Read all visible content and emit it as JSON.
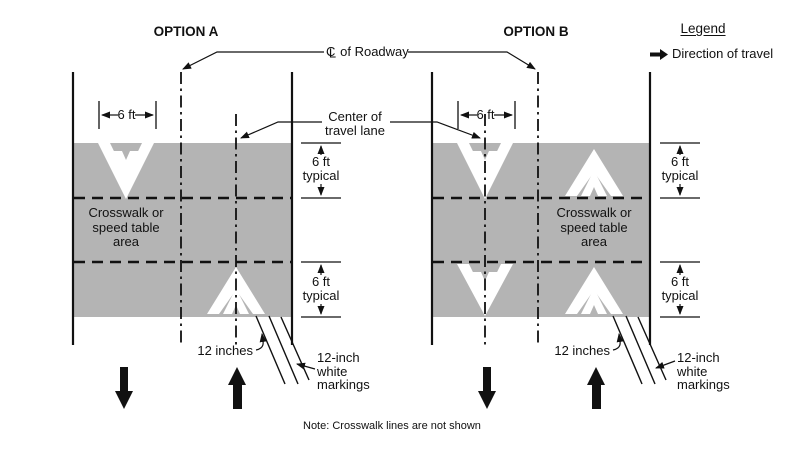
{
  "figure": {
    "option_a_title": "OPTION A",
    "option_b_title": "OPTION B",
    "note": "Note: Crosswalk lines are not shown"
  },
  "legend": {
    "heading": "Legend",
    "direction_of_travel": "Direction of travel"
  },
  "callouts": {
    "centerline_c": "C",
    "centerline_l": "L",
    "centerline_rest": "of Roadway",
    "center_of_travel_lane_line1": "Center of",
    "center_of_travel_lane_line2": "travel lane",
    "chevron_width": "6 ft",
    "spacing_value": "6 ft",
    "spacing_qualifier": "typical",
    "stroke_gap": "12 inches",
    "marking_line1": "12-inch",
    "marking_line2": "white",
    "marking_line3": "markings"
  },
  "area_label": {
    "line1": "Crosswalk or",
    "line2": "speed table",
    "line3": "area"
  },
  "colors": {
    "pavement_gray": "#b4b4b4",
    "marking_white": "#ffffff",
    "line_black": "#111111"
  }
}
